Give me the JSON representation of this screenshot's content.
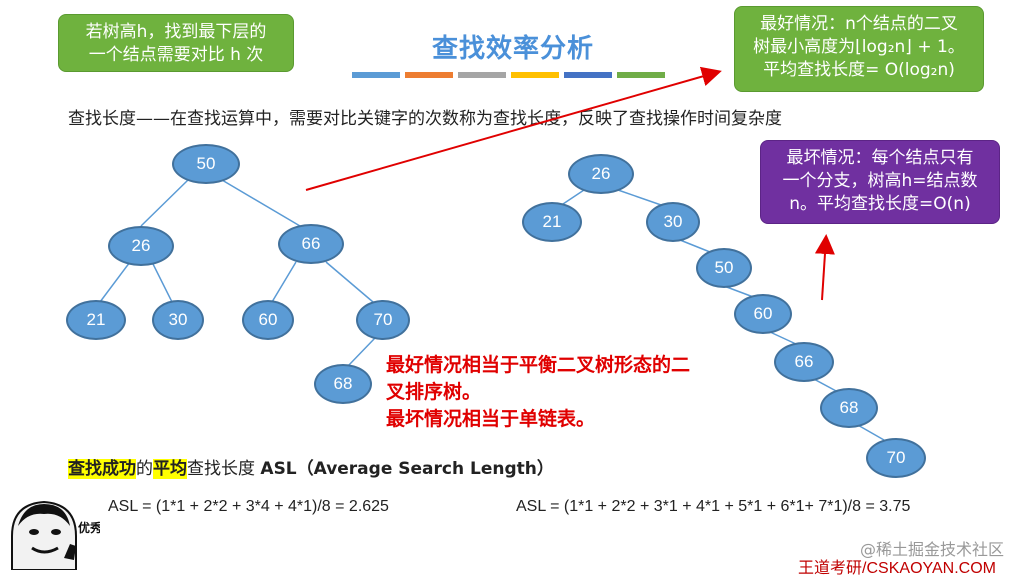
{
  "title": "查找效率分析",
  "stripe_colors": [
    "#5b9bd5",
    "#ed7d31",
    "#a5a5a5",
    "#ffc000",
    "#4472c4",
    "#70ad47"
  ],
  "callouts": {
    "height_note": [
      "若树高h，找到最下层的",
      "一个结点需要对比 h 次"
    ],
    "best_case": [
      "最好情况：n个结点的二叉",
      "树最小高度为⌊log₂n⌋ + 1。",
      "平均查找长度= O(log₂n)"
    ],
    "worst_case": [
      "最坏情况：每个结点只有",
      "一个分支，树高h=结点数",
      "n。平均查找长度=O(n)"
    ]
  },
  "definition": "查找长度——在查找运算中，需要对比关键字的次数称为查找长度，反映了查找操作时间复杂度",
  "tree_balanced": {
    "nodes": [
      "50",
      "26",
      "66",
      "21",
      "30",
      "60",
      "70",
      "68"
    ]
  },
  "tree_chain": {
    "nodes": [
      "26",
      "21",
      "30",
      "50",
      "60",
      "66",
      "68",
      "70"
    ]
  },
  "red_note": [
    "最好情况相当于平衡二叉树形态的二",
    "叉排序树。",
    "最坏情况相当于单链表。"
  ],
  "asl_heading": {
    "part1": "查找成功",
    "part2": "的",
    "part3": "平均",
    "part4": "查找长度 ",
    "part5": "ASL（Average Search Length）"
  },
  "formula_left": "ASL = (1*1 + 2*2 + 3*4 + 4*1)/8 = 2.625",
  "formula_right": "ASL = (1*1 + 2*2 + 3*1 + 4*1 + 5*1 + 6*1+  7*1)/8 = 3.75",
  "meme_text": "优秀",
  "watermark": "@稀土掘金技术社区",
  "brand": "王道考研/CSKAOYAN.COM",
  "colors": {
    "accent_title": "#4a90d9",
    "node_fill": "#5b9bd5",
    "green_callout": "#6fb23e",
    "purple_callout": "#7030a0",
    "red": "#e00000"
  }
}
